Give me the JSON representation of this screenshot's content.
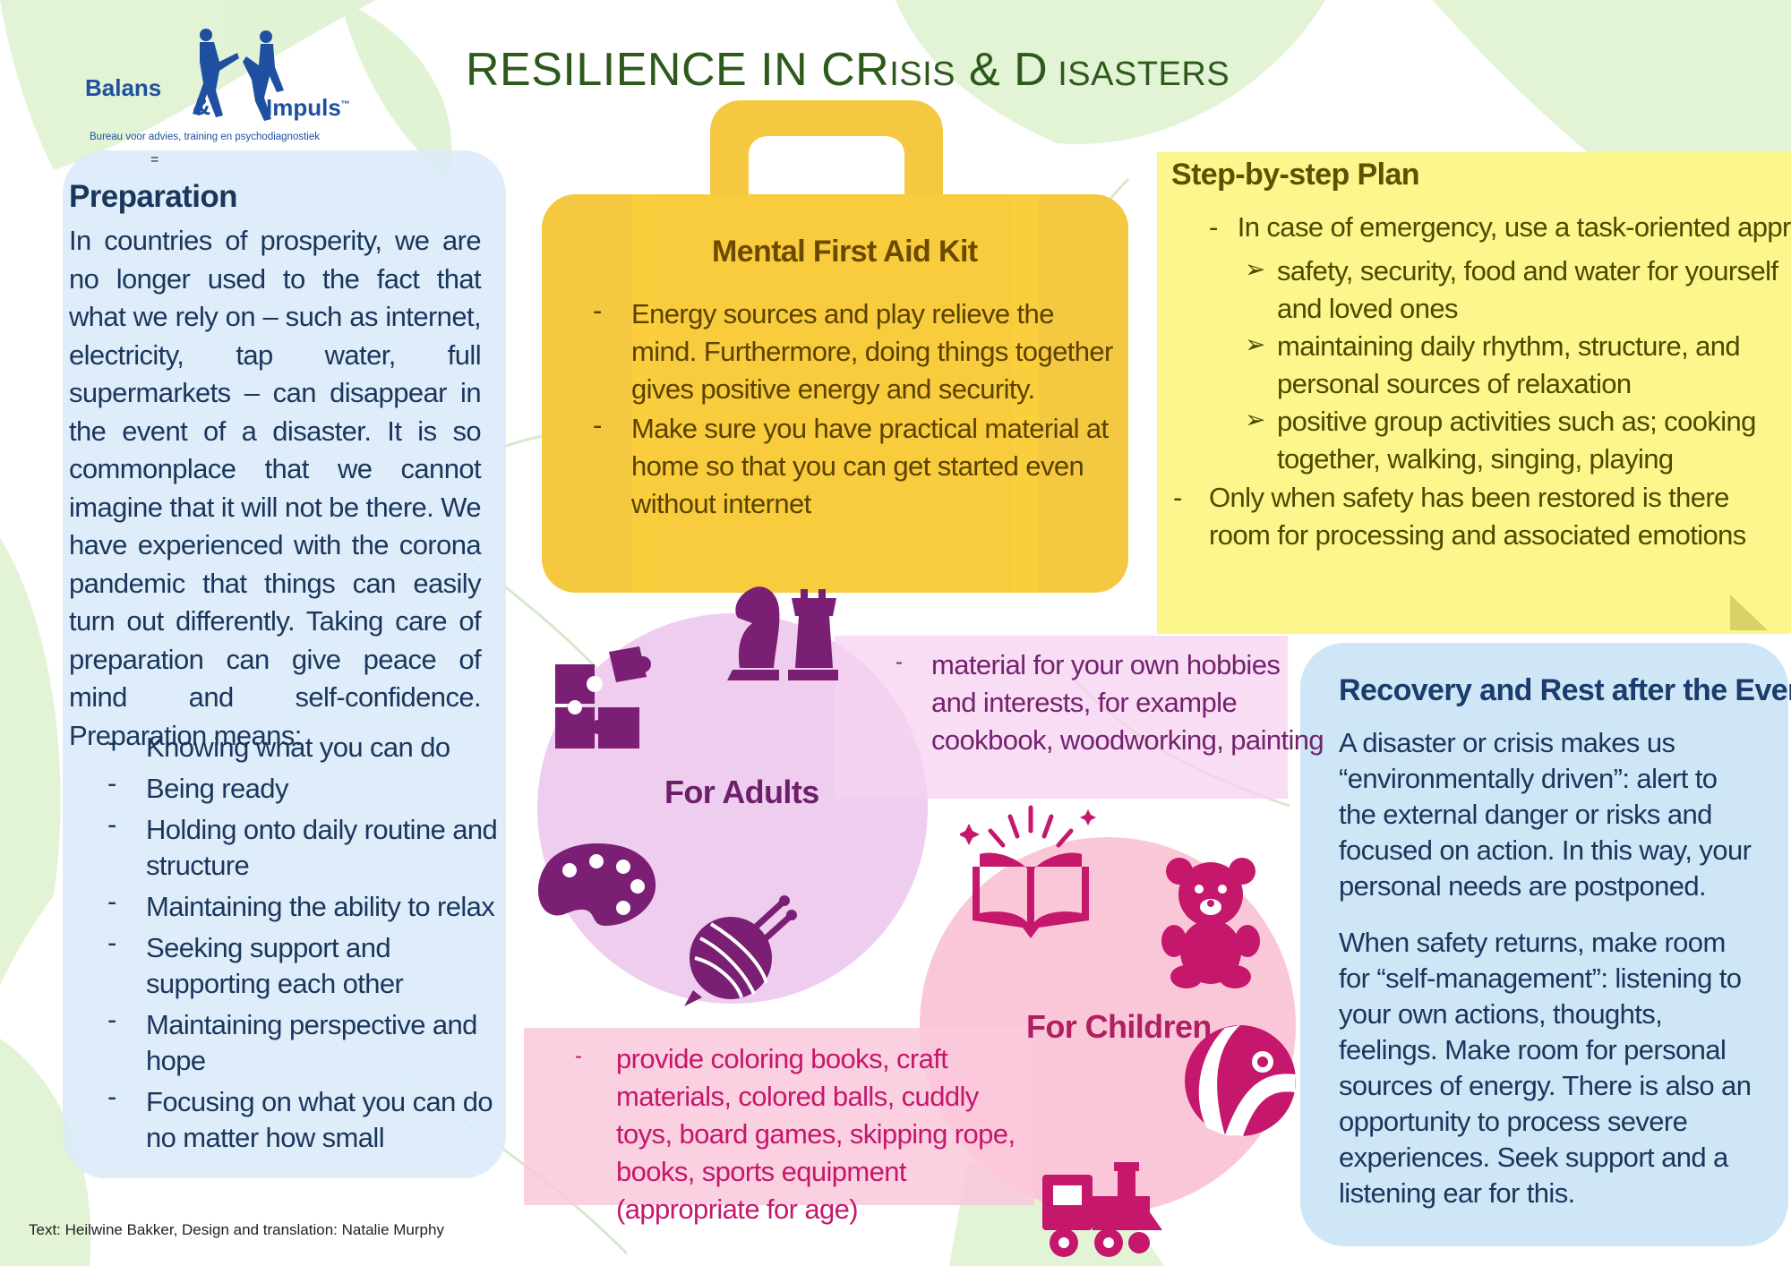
{
  "logo": {
    "brand_left": "Balans",
    "ampersand": "&",
    "brand_right": "Impuls",
    "trademark": "™",
    "tagline": "Bureau voor advies, training en psychodiagnostiek"
  },
  "title": {
    "part1": "RESILIENCE IN ",
    "part2": "CR",
    "part3": "ISIS",
    "part4": " & D",
    "part5": " ISASTERS"
  },
  "marker": "=",
  "preparation": {
    "heading": "Preparation",
    "body": "In countries of prosperity, we are no longer used to the fact that what we rely on – such as internet, electricity, tap water, full supermarkets – can disappear in the event of a disaster. It is so commonplace that we cannot imagine that it will not be there. We have experienced with the corona pandemic that things can easily turn out differently. Taking care of preparation can give peace of mind and self-confidence. Preparation means:",
    "items": [
      "Knowing what you can do",
      "Being ready",
      "Holding onto daily routine and structure",
      "Maintaining the ability to relax",
      "Seeking support and supporting each other",
      "Maintaining perspective and hope",
      "Focusing on what you can do no matter how small"
    ]
  },
  "kit": {
    "heading": "Mental First Aid Kit",
    "items": [
      "Energy sources and play relieve the mind. Furthermore, doing things together gives positive energy and security.",
      "Make sure you have practical material at home so that you can get started even without internet"
    ]
  },
  "plan": {
    "heading": "Step-by-step Plan",
    "intro": "In case of emergency, use a task-oriented approach:",
    "sub_items": [
      "safety, security, food and water for yourself and loved ones",
      "maintaining daily rhythm, structure, and personal sources of relaxation",
      "positive group activities such as; cooking together, walking, singing, playing"
    ],
    "closing": "Only when safety has been restored is there room for processing and associated emotions"
  },
  "recovery": {
    "heading": "Recovery and Rest after the Event",
    "p1": "A disaster or crisis makes us “environmentally driven”: alert to the external danger or risks and focused on action. In this way, your personal needs are postponed.",
    "p2": "When safety returns, make room for “self-management”: listening to your own actions, thoughts, feelings. Make room for personal sources of energy. There is also an opportunity to process severe experiences. Seek support and a listening ear for this."
  },
  "adults": {
    "label": "For Adults",
    "text": "material for your own hobbies and interests, for example cookbook, woodworking, painting"
  },
  "children": {
    "label": "For Children",
    "text": "provide coloring books, craft materials, colored balls, cuddly toys, board games, skipping rope, books, sports equipment (appropriate for age)"
  },
  "credits": "Text: Heilwine Bakker, Design and translation: Natalie Murphy",
  "colors": {
    "title_green": "#2d5a1b",
    "navy": "#1b365d",
    "suitcase": "#f5c842",
    "sticky": "#fbf78c",
    "adult_purple": "#74226f",
    "child_magenta": "#c5176c"
  }
}
